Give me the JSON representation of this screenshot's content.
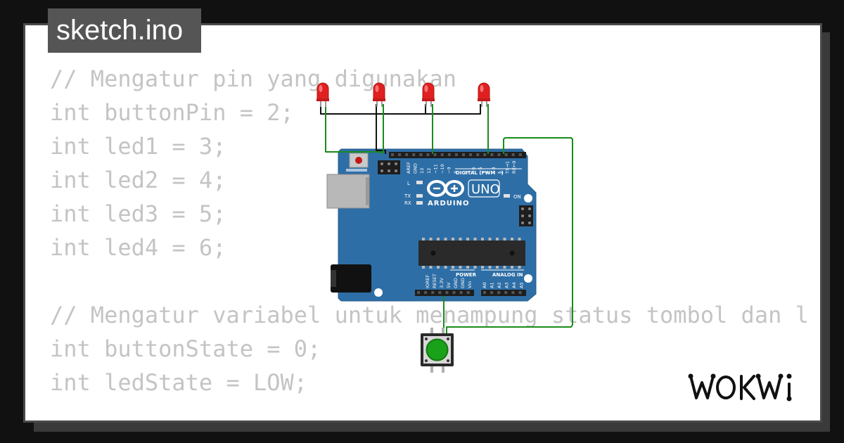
{
  "file_tab": {
    "label": "sketch.ino"
  },
  "code_lines": [
    "// Mengatur pin yang digunakan",
    "int buttonPin = 2;",
    "int led1 = 3;",
    "int led2 = 4;",
    "int led3 = 5;",
    "int led4 = 6;",
    "",
    "// Mengatur variabel untuk menampung status tombol dan l",
    "int buttonState = 0;",
    "int ledState = LOW;"
  ],
  "board": {
    "uno_label": "UNO",
    "arduino_label": "ARDUINO",
    "digital_label": "DIGITAL (PWM ~)",
    "power_label": "POWER",
    "analog_label": "ANALOG IN",
    "on_label": "ON",
    "l_label": "L",
    "tx_label": "TX",
    "rx_label": "RX",
    "top_pins": [
      "AREF",
      "GND",
      "13",
      "12",
      "~11",
      "~10",
      "~9",
      "8",
      "7",
      "~6",
      "~5",
      "4",
      "~3",
      "2",
      "TX→1",
      "RX←0"
    ],
    "power_pins": [
      "IOREF",
      "RESET",
      "3.3V",
      "5V",
      "GND",
      "GND",
      "Vin"
    ],
    "analog_pins": [
      "A0",
      "A1",
      "A2",
      "A3",
      "A4",
      "A5"
    ]
  },
  "brand": {
    "logo_text": "WOKWi"
  },
  "colors": {
    "background": "#111111",
    "card": "#ffffff",
    "tab": "#555555",
    "code_text": "#c4c4c4",
    "pcb_blue": "#2e6ea6",
    "wire_green": "#1a8c1a",
    "led_red": "#e02020",
    "button_green": "#1aa11a"
  }
}
